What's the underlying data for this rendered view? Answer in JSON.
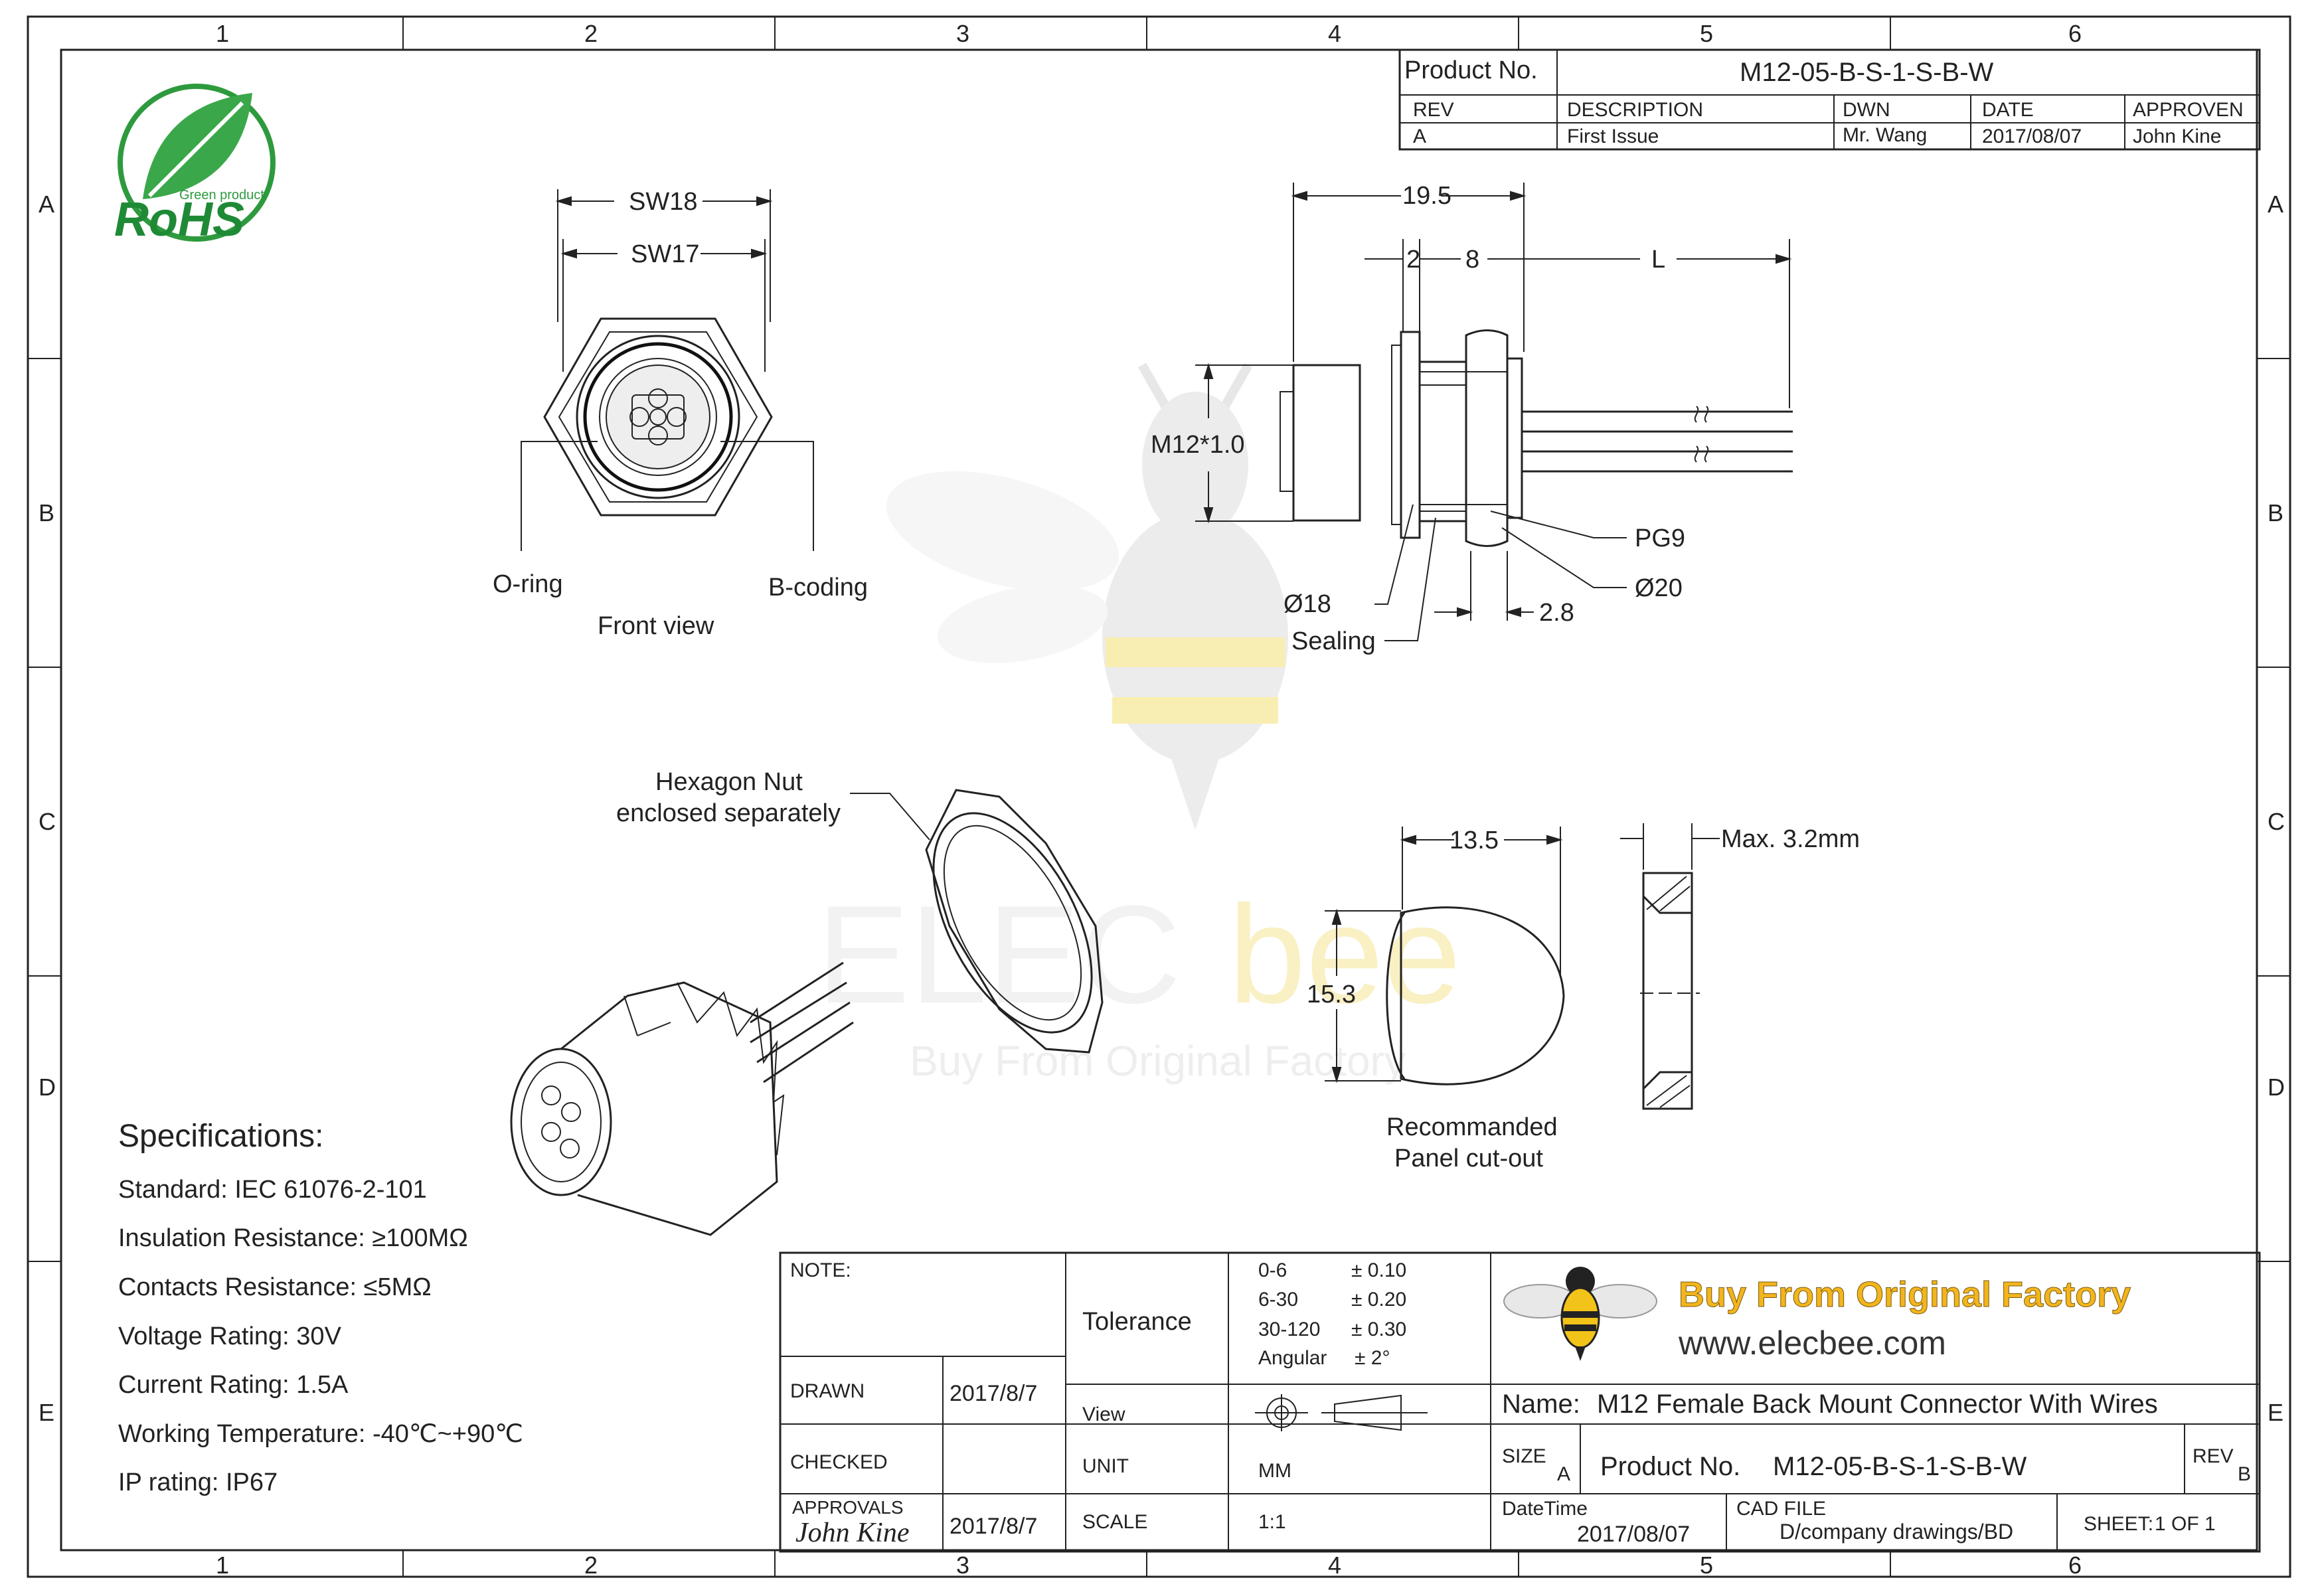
{
  "border": {
    "columns": [
      "1",
      "2",
      "3",
      "4",
      "5",
      "6"
    ],
    "rows": [
      "A",
      "B",
      "C",
      "D",
      "E"
    ]
  },
  "logo": {
    "text": "RoHS",
    "ring_text": "Green product"
  },
  "header_block": {
    "product_label": "Product No.",
    "product_no": "M12-05-B-S-1-S-B-W",
    "columns": [
      "REV",
      "DESCRIPTION",
      "DWN",
      "DATE",
      "APPROVEN"
    ],
    "row": [
      "A",
      "First Issue",
      "Mr. Wang",
      "2017/08/07",
      "John Kine"
    ]
  },
  "front_view": {
    "dims": [
      "SW18",
      "SW17"
    ],
    "labels": {
      "oring": "O-ring",
      "bcoding": "B-coding",
      "caption": "Front view"
    }
  },
  "side_view": {
    "dims": [
      "19.5",
      "2",
      "8",
      "L",
      "M12*1.0",
      "2.8"
    ],
    "labels": [
      "PG9",
      "Ø20",
      "Ø18",
      "Sealing"
    ]
  },
  "hex_nut_note": [
    "Hexagon Nut",
    "enclosed separately"
  ],
  "cutout": {
    "width": "13.5",
    "height": "15.3",
    "caption": [
      "Recommanded",
      "Panel cut-out"
    ],
    "max_label": "Max. 3.2mm"
  },
  "watermark": {
    "brand_left": "ELEC",
    "brand_right": "bee",
    "tagline": "Buy From Original Factory"
  },
  "specs": {
    "title": "Specifications:",
    "items": [
      "Standard: IEC 61076-2-101",
      "Insulation Resistance: ≥100MΩ",
      "Contacts Resistance: ≤5MΩ",
      "Voltage Rating: 30V",
      "Current Rating: 1.5A",
      "Working Temperature: -40℃~+90℃",
      "IP rating: IP67"
    ]
  },
  "title_block": {
    "note_label": "NOTE:",
    "tolerance_label": "Tolerance",
    "tolerance": [
      [
        "0-6",
        "± 0.10"
      ],
      [
        "6-30",
        "± 0.20"
      ],
      [
        "30-120",
        "± 0.30"
      ],
      [
        "Angular",
        "± 2°"
      ]
    ],
    "drawn_label": "DRAWN",
    "drawn_date": "2017/8/7",
    "checked_label": "CHECKED",
    "approvals_label": "APPROVALS",
    "approvals_sig": "John Kine",
    "approvals_date": "2017/8/7",
    "view_label": "View",
    "unit_label": "UNIT",
    "unit_value": "MM",
    "scale_label": "SCALE",
    "scale_value": "1:1",
    "brand_tagline": "Buy From Original Factory",
    "brand_url": "www.elecbee.com",
    "name_label": "Name:",
    "name_value": "M12 Female Back Mount Connector With Wires",
    "size_label": "SIZE",
    "size_value": "A",
    "product_label": "Product No.",
    "product_value": "M12-05-B-S-1-S-B-W",
    "rev_label": "REV",
    "rev_value": "B",
    "datetime_label": "DateTime",
    "datetime_value": "2017/08/07",
    "cad_label": "CAD FILE",
    "cad_value": "D/company drawings/BD",
    "sheet_label": "SHEET:",
    "sheet_value": "1 OF  1"
  }
}
